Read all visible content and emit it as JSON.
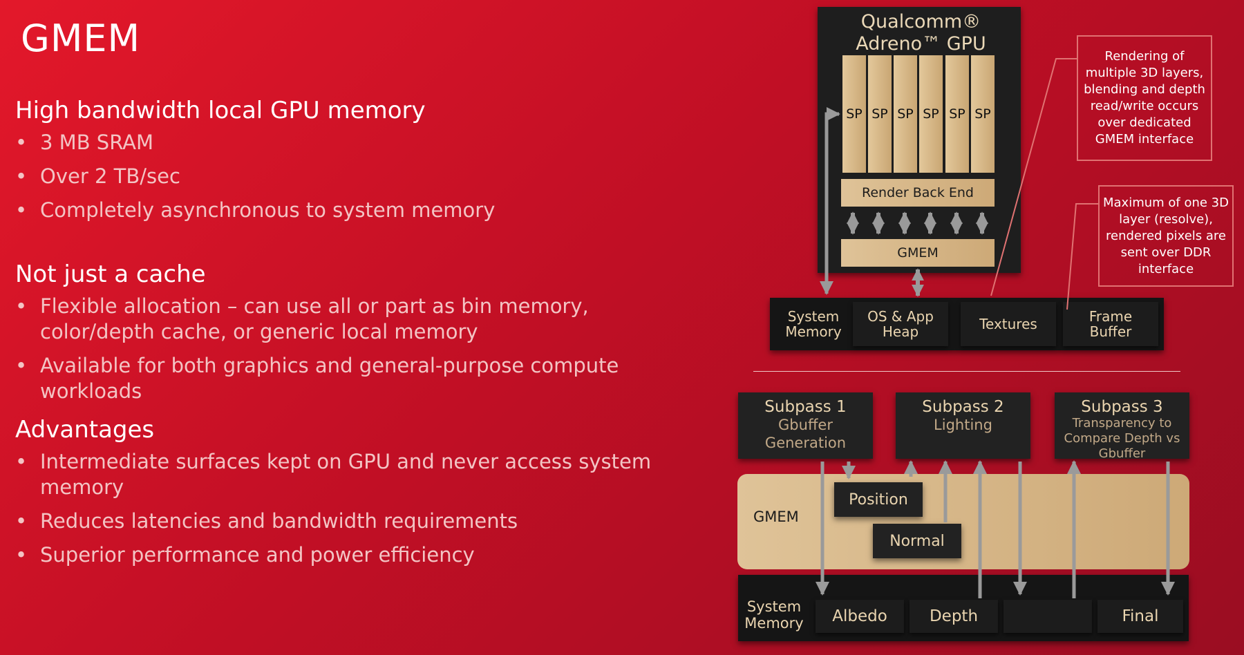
{
  "slide": {
    "title": "GMEM",
    "sections": [
      {
        "heading": "High bandwidth local GPU memory",
        "bullets": [
          "3 MB SRAM",
          "Over 2 TB/sec",
          "Completely asynchronous to system memory"
        ]
      },
      {
        "heading": "Not just a cache",
        "bullets": [
          "Flexible allocation – can use all or part as bin memory, color/depth cache, or generic local memory",
          "Available for both graphics and general-purpose compute workloads"
        ]
      },
      {
        "heading": "Advantages",
        "bullets": [
          "Intermediate surfaces kept on GPU and never access system memory",
          "Reduces latencies and bandwidth requirements",
          "Superior performance and power efficiency"
        ]
      }
    ]
  },
  "gpu": {
    "title_line1": "Qualcomm®",
    "title_line2": "Adreno™ GPU",
    "sp_label": "SP",
    "render_back_end": "Render Back End",
    "gmem": "GMEM"
  },
  "annotations": {
    "gmem_interface": "Rendering of multiple 3D layers, blending and depth read/write occurs over dedicated GMEM interface",
    "ddr_interface": "Maximum of one 3D layer (resolve), rendered pixels are sent over DDR interface"
  },
  "system_memory_top": {
    "label_line1": "System",
    "label_line2": "Memory",
    "heap_line1": "OS & App",
    "heap_line2": "Heap",
    "textures": "Textures",
    "fb_line1": "Frame",
    "fb_line2": "Buffer"
  },
  "subpasses": [
    {
      "title": "Subpass 1",
      "desc_line1": "Gbuffer",
      "desc_line2": "Generation",
      "desc_line3": ""
    },
    {
      "title": "Subpass 2",
      "desc_line1": "Lighting",
      "desc_line2": "",
      "desc_line3": ""
    },
    {
      "title": "Subpass 3",
      "desc_line1": "Transparency to",
      "desc_line2": "Compare Depth vs",
      "desc_line3": "Gbuffer"
    }
  ],
  "gmem_band": {
    "label": "GMEM",
    "position": "Position",
    "normal": "Normal"
  },
  "system_memory_bottom": {
    "label_line1": "System",
    "label_line2": "Memory",
    "albedo": "Albedo",
    "depth": "Depth",
    "blank": "",
    "final": "Final"
  },
  "colors": {
    "background": "#c10f25",
    "tan": "#d9b98a",
    "dark": "#222222",
    "annotation_border": "#e07272"
  }
}
